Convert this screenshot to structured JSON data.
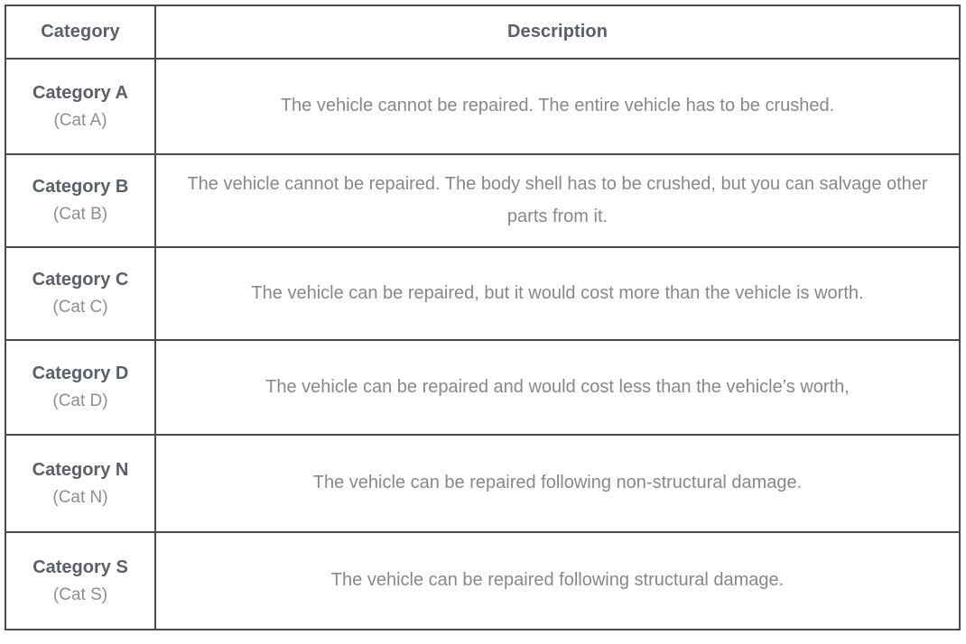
{
  "table": {
    "headers": {
      "category": "Category",
      "description": "Description"
    },
    "rows": [
      {
        "name": "Category A",
        "short": "(Cat A)",
        "description": "The vehicle cannot be repaired. The entire vehicle has to be crushed."
      },
      {
        "name": "Category B",
        "short": "(Cat B)",
        "description": "The vehicle cannot be repaired. The body shell has to be crushed, but you can salvage other parts from it."
      },
      {
        "name": "Category C",
        "short": "(Cat C)",
        "description": "The vehicle can be repaired, but it would cost more than the vehicle is worth."
      },
      {
        "name": "Category D",
        "short": "(Cat D)",
        "description": "The vehicle can be repaired and would cost less than the vehicle’s worth,"
      },
      {
        "name": "Category N",
        "short": "(Cat N)",
        "description": "The vehicle can be repaired following non-structural damage."
      },
      {
        "name": "Category S",
        "short": "(Cat S)",
        "description": "The vehicle can be repaired following structural damage."
      }
    ]
  },
  "colors": {
    "border": "#4a4a4a",
    "heading_text": "#5a6069",
    "body_text": "#85888d",
    "muted_text": "#8a8f96",
    "background": "#ffffff"
  }
}
